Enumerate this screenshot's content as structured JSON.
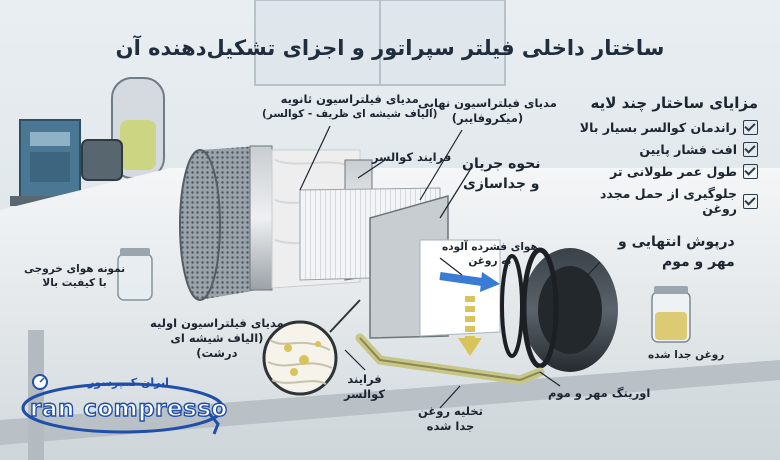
{
  "title": "ساختار داخلی فیلتر سپراتور و اجزای تشکیل‌دهنده آن",
  "labels": {
    "secondary_media_1": "مدیای فیلتراسیون ثانویه",
    "secondary_media_2": "(الیاف شیشه ای ظریف - کوالسر)",
    "final_media_1": "مدیای فیلتراسیون نهایی",
    "final_media_2": "(میکروفایبر)",
    "coalescing_top": "فرایند کوالسر",
    "flow_1": "نحوه جریان",
    "flow_2": "و جداسازی",
    "contaminated_1": "هوای فشرده آلوده",
    "contaminated_2": "به روغن",
    "end_cap_1": "درپوش انتهایی و",
    "end_cap_2": "مهر و موم",
    "separated_oil": "روغن جدا شده",
    "oring": "اورینگ مهر و موم",
    "drain_1": "تخلیه روغن",
    "drain_2": "جدا شده",
    "coalescing_bottom_1": "فرایند",
    "coalescing_bottom_2": "کوالسر",
    "primary_media_1": "مدیای فیلتراسیون اولیه",
    "primary_media_2": "(الیاف شیشه ای",
    "primary_media_3": "درشت)",
    "output_sample_1": "نمونه هوای خروجی",
    "output_sample_2": "با کیفیت بالا"
  },
  "advantages": {
    "title": "مزایای ساختار چند لایه",
    "items": [
      "راندمان کوالسر بسیار بالا",
      "افت فشار پایین",
      "طول عمر طولانی تر",
      "جلوگیری از حمل مجدد روغن"
    ]
  },
  "logo": {
    "text": "ran compresso",
    "fa_text": "ایران کمپرسور"
  },
  "colors": {
    "accent": "#1f4fa8",
    "oil": "#d8c45a",
    "arrow_blue": "#3a7bd5"
  }
}
